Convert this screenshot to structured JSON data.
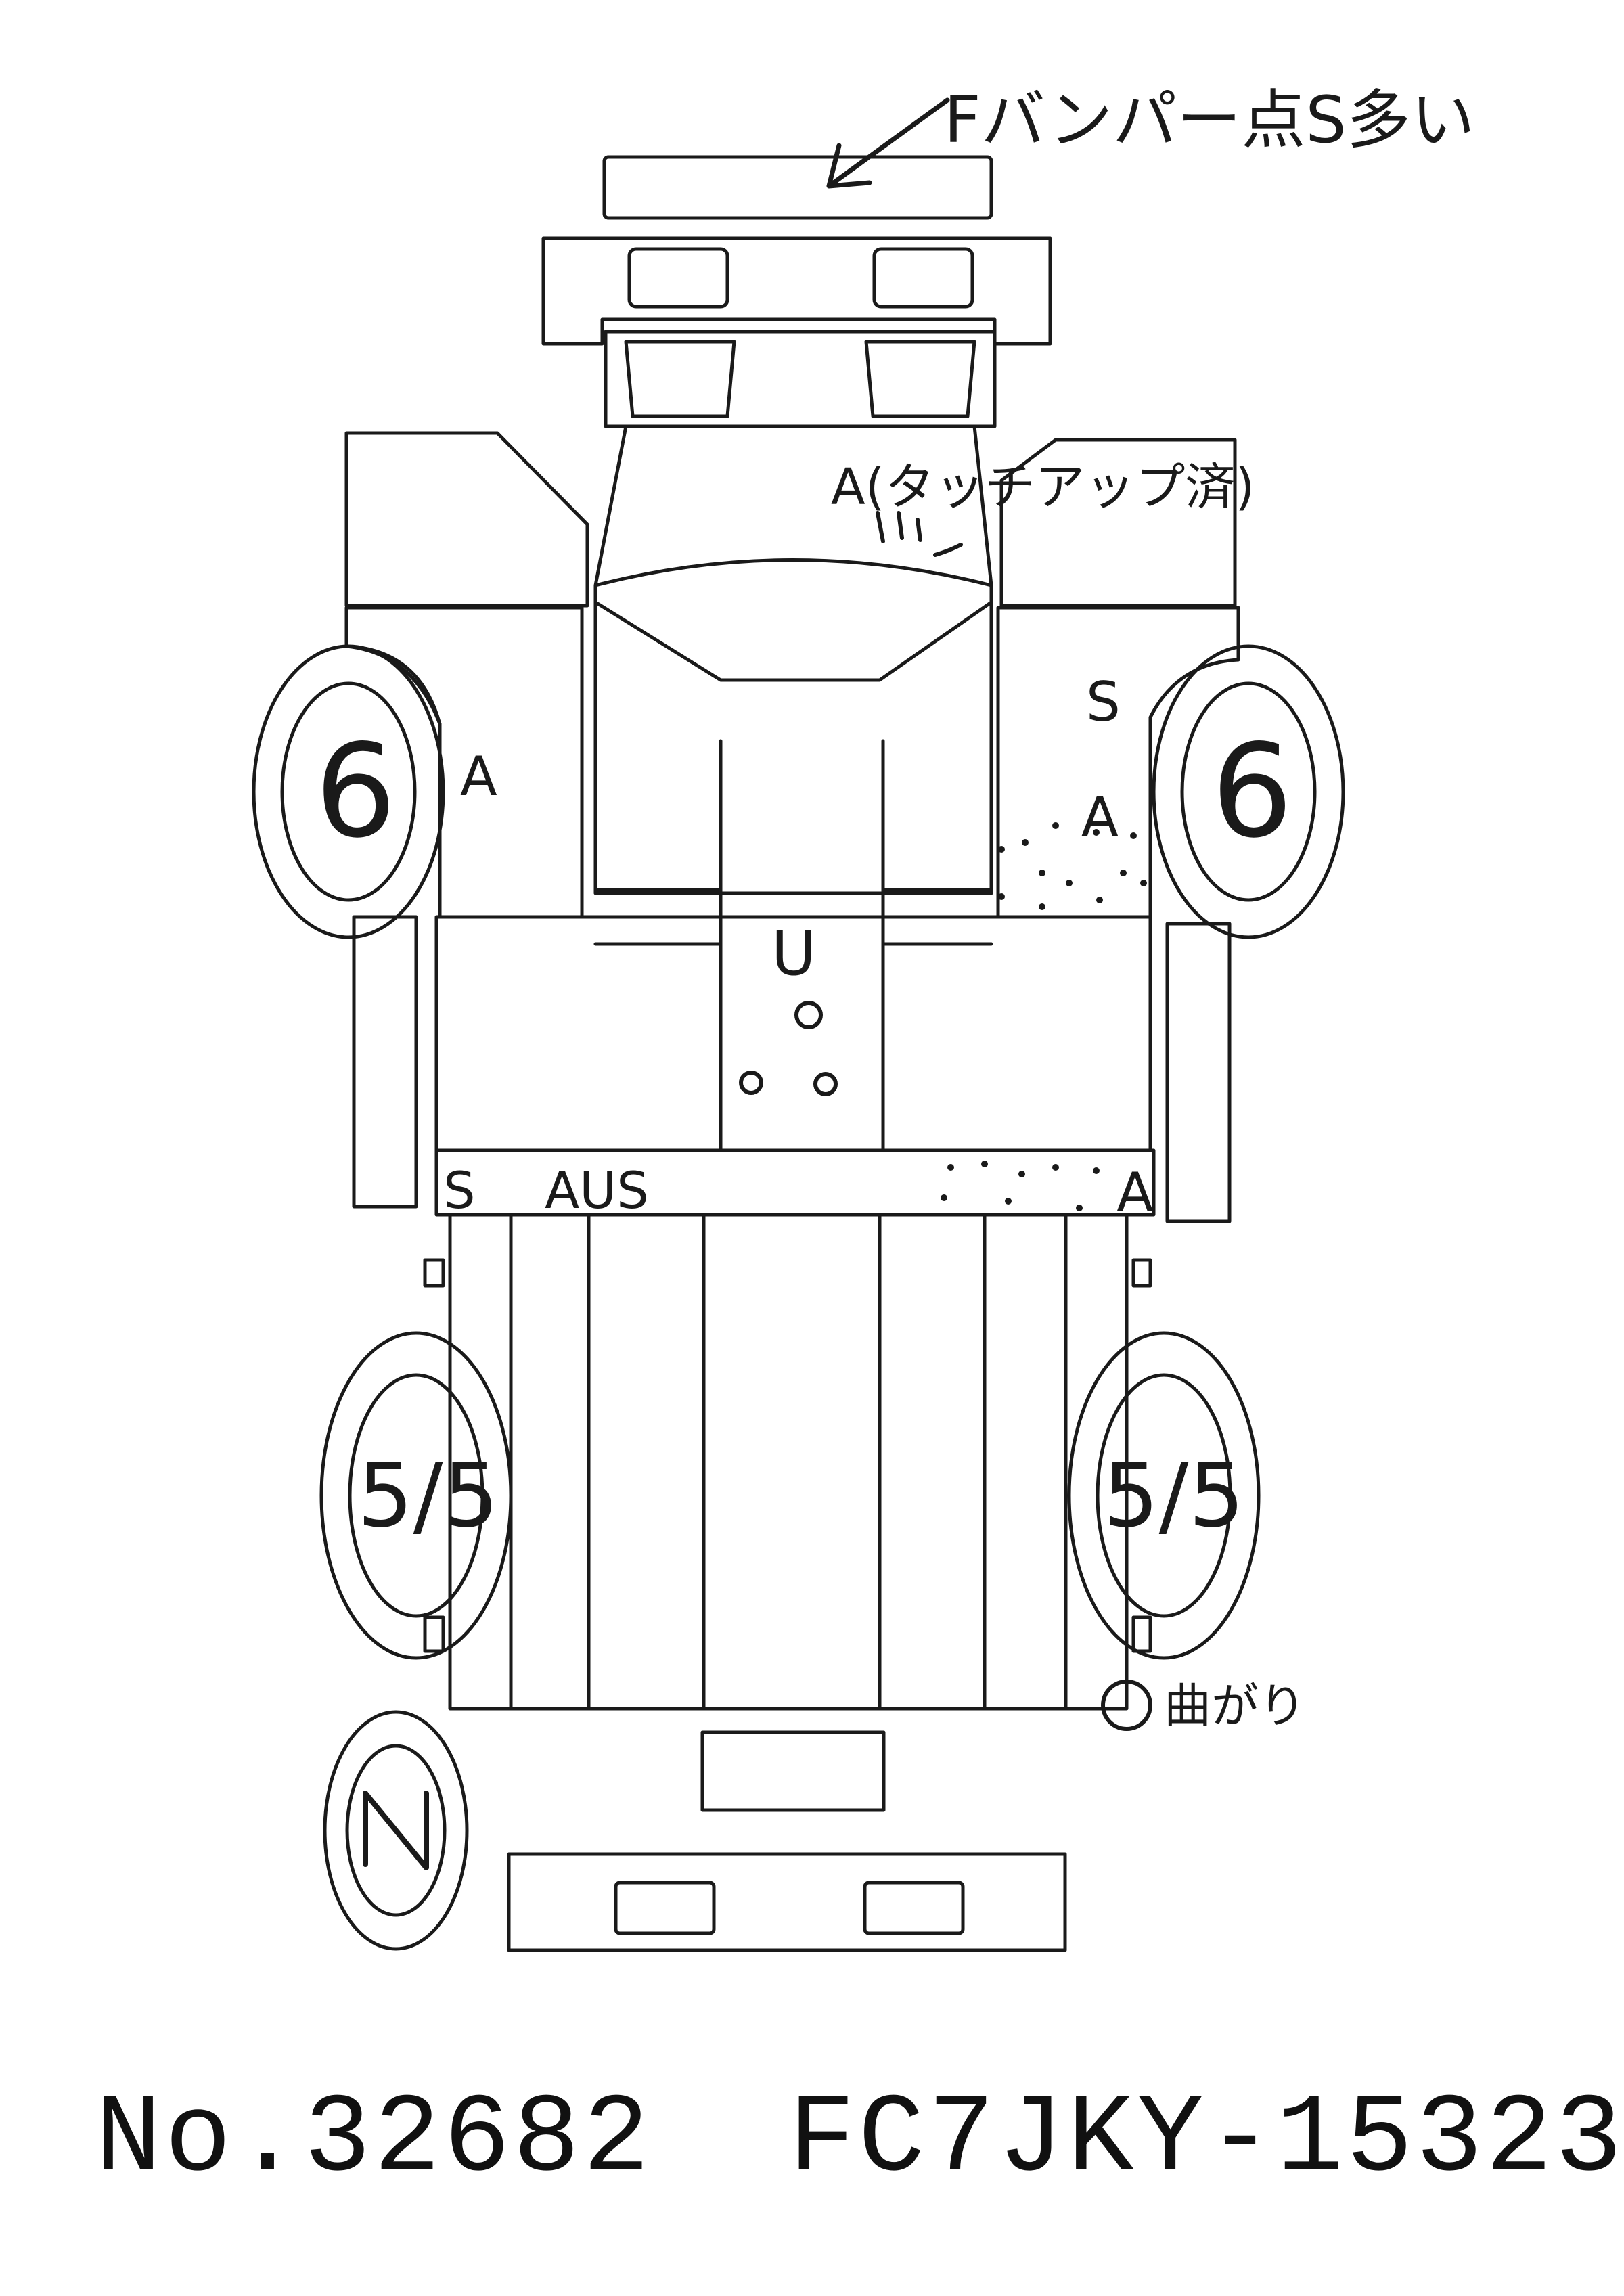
{
  "annotations": {
    "front_bumper_note": "Fバンパー点S多い",
    "cab_roof_note": "A(タッチアップ済)",
    "left_door": "A",
    "right_step": "S",
    "right_door": "A",
    "frame_center": "U",
    "left_side_rail": "S",
    "left_sill": "AUS",
    "right_sill": "A",
    "bend_note": "曲がり"
  },
  "tires": {
    "front_left": "6",
    "front_right": "6",
    "rear_left": "5/5",
    "rear_right": "5/5",
    "spare": "N"
  },
  "footer": {
    "number": "No.32682",
    "model": "FC7JKY-15323"
  }
}
